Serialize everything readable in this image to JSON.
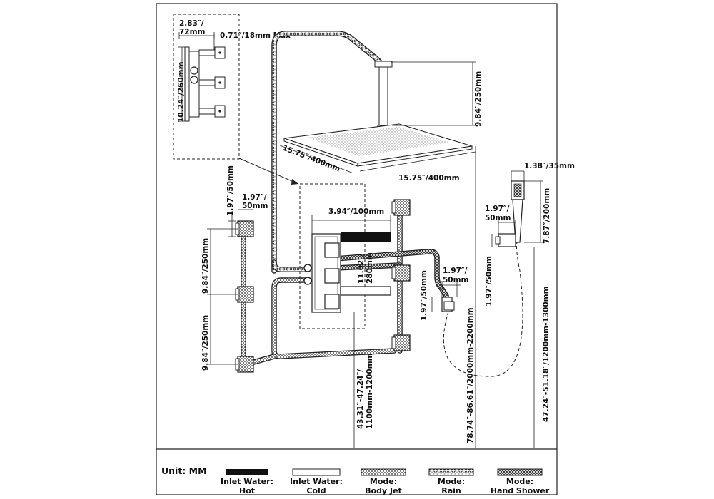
{
  "unit_label": "Unit: MM",
  "dimensions": {
    "valve_width": "2.83″/",
    "valve_width_mm": "72mm",
    "valve_depth": "0.71″/18mm Max",
    "valve_height": "10.24″/260mm",
    "rain_arm_drop": "9.84″/250mm",
    "rain_head_depth": "15.75″/400mm",
    "rain_head_width": "15.75″/400mm",
    "handshower_width": "1.38″/35mm",
    "handshower_length": "7.87″/200mm",
    "holder_width_line1": "1.97″/",
    "holder_width_line2": "50mm",
    "holder_height": "1.97″/50mm",
    "bodyjet_size_v": "1.97″/50mm",
    "bodyjet_size_h_line1": "1.97″/",
    "bodyjet_size_h_line2": "50mm",
    "bodyjet_spacing_top": "9.84″/250mm",
    "bodyjet_spacing_bottom": "9.84″/250mm",
    "panel_width": "3.94″/100mm",
    "panel_height_line1": "11.02″/",
    "panel_height_line2": "280mm",
    "outlet_size_h_line1": "1.97″/",
    "outlet_size_h_line2": "50mm",
    "outlet_size_v": "1.97″/50mm",
    "valve_height_floor_line1": "43.31″-47.24″/",
    "valve_height_floor_line2": "1100mm-1200mm",
    "rain_height_floor": "78.74″-86.61″/2000mm-2200mm",
    "handshower_height_floor": "47.24″-51.18″/1200mm-1300mm"
  },
  "legend": [
    {
      "line1": "Inlet Water:",
      "line2": "Hot",
      "pattern": "solid-black"
    },
    {
      "line1": "Inlet Water:",
      "line2": "Cold",
      "pattern": "hollow"
    },
    {
      "line1": "Mode:",
      "line2": "Body Jet",
      "pattern": "dots-fine"
    },
    {
      "line1": "Mode:",
      "line2": "Rain",
      "pattern": "dots-coarse"
    },
    {
      "line1": "Mode:",
      "line2": "Hand Shower",
      "pattern": "crosshatch"
    }
  ],
  "colors": {
    "ink": "#222222",
    "background": "#ffffff",
    "hot": "#111111"
  }
}
